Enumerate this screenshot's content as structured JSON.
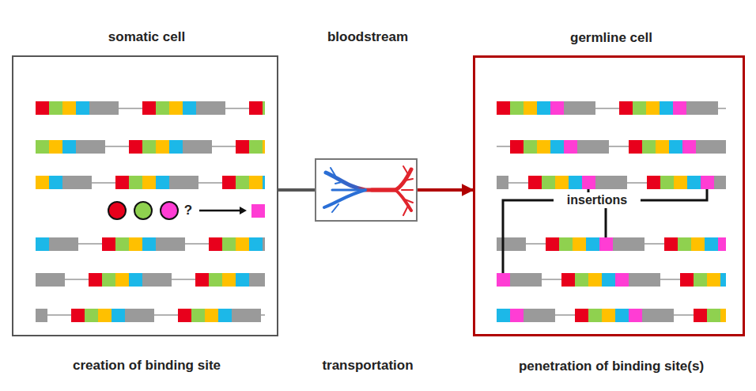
{
  "diagram": {
    "nodes": [
      {
        "text": [
          "somatic cell",
          "creation of binding site"
        ]
      },
      {
        "text": [
          "bloodstream",
          "transportation"
        ]
      },
      {
        "text": [
          "germline cell",
          "penetration of binding site(s)"
        ]
      }
    ],
    "edges": [
      {
        "from": 0,
        "to": 1,
        "arrow": "none"
      },
      {
        "from": 1,
        "to": 2,
        "arrow": "to"
      }
    ],
    "labels": [
      "?",
      "insertions"
    ]
  }
}
